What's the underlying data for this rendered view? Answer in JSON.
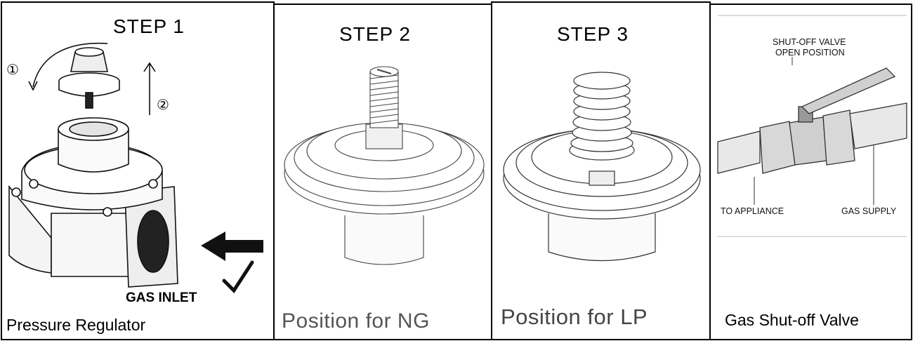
{
  "panels": [
    {
      "step": "STEP 1",
      "caption": "Pressure Regulator",
      "label": "GAS INLET",
      "marker1": "①",
      "marker2": "②"
    },
    {
      "step": "STEP 2",
      "caption": "Position for NG"
    },
    {
      "step": "STEP 3",
      "caption": "Position for LP"
    },
    {
      "caption": "Gas Shut-off Valve",
      "top_label_1": "SHUT-OFF VALVE",
      "top_label_2": "OPEN POSITION",
      "left_label": "TO APPLIANCE",
      "right_label": "GAS SUPPLY"
    }
  ]
}
